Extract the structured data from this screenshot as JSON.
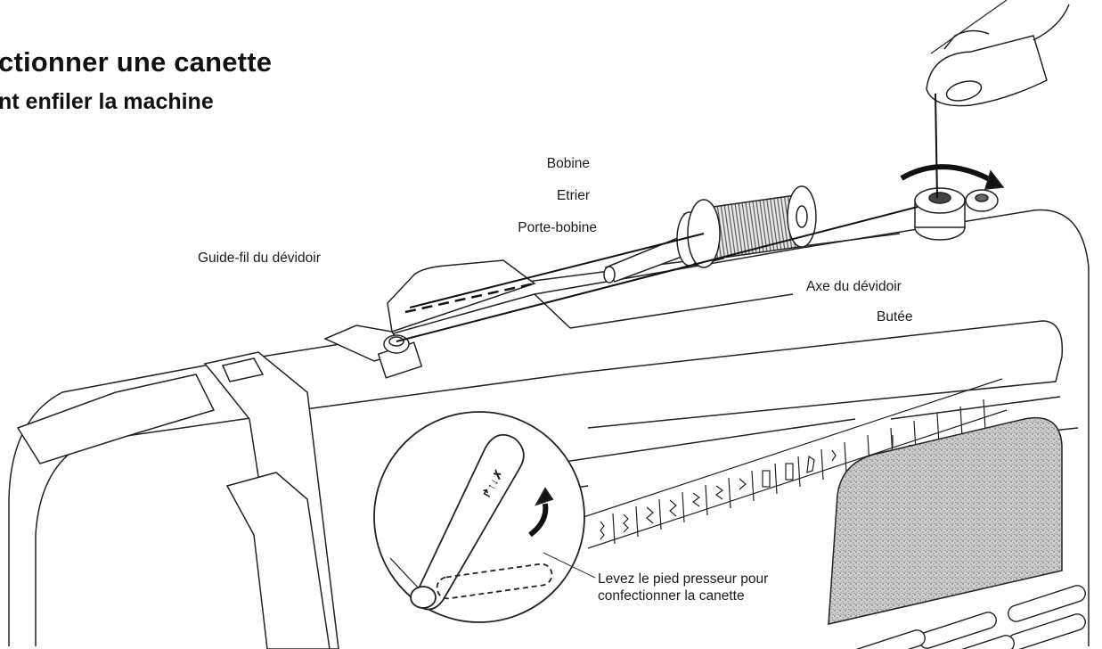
{
  "title": {
    "line1": "ctionner une canette",
    "line2": "nt enfiler la machine"
  },
  "labels": {
    "bobine": "Bobine",
    "etrier": "Etrier",
    "porte_bobine": "Porte-bobine",
    "guide_fil": "Guide-fil du dévidoir",
    "axe_devidoir": "Axe du dévidoir",
    "butee": "Butée",
    "levez_line1": "Levez le pied presseur pour",
    "levez_line2": "confectionner la canette"
  }
}
